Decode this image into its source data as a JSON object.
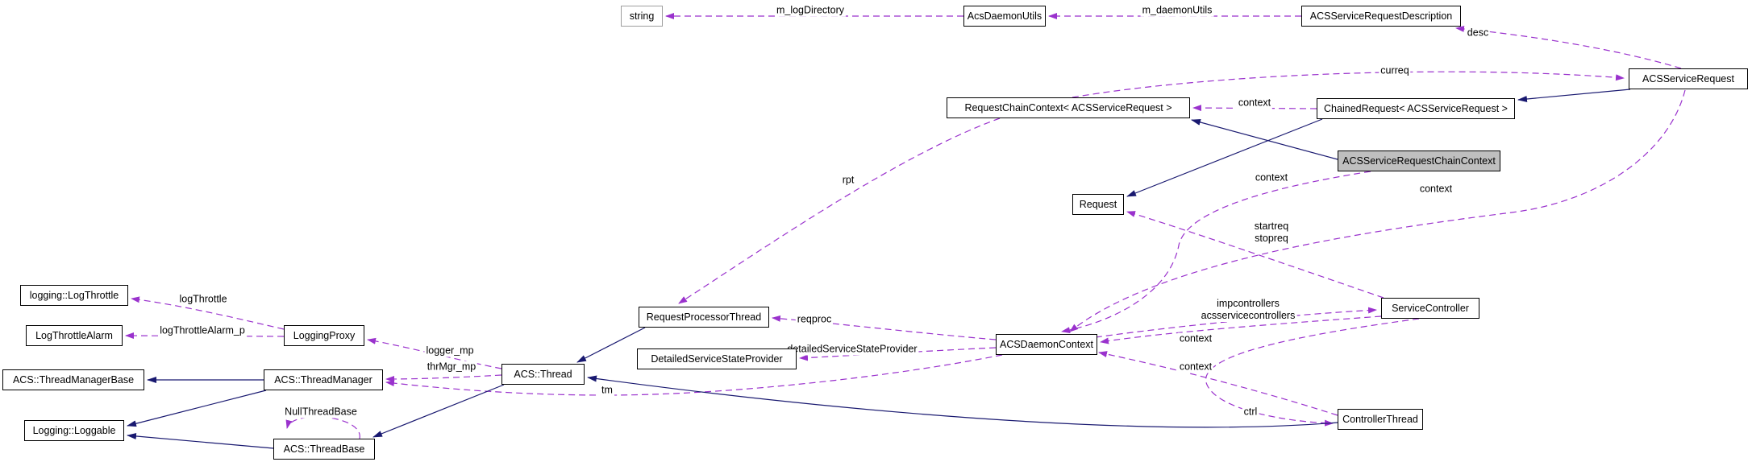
{
  "diagram": {
    "kind": "collaboration-graph",
    "highlighted_node": "ACSServiceRequestChainContext"
  },
  "colors": {
    "inheritance_edge": "#191970",
    "usage_edge": "#9a32cd",
    "node_border": "#000000",
    "node_background": "#ffffff",
    "highlight_fill": "#bfbfbf",
    "external_node_border": "#9e9e9e"
  },
  "nodes": [
    {
      "id": "string",
      "label": "string"
    },
    {
      "id": "acs-daemon-utils",
      "label": "AcsDaemonUtils"
    },
    {
      "id": "acs-service-request-description",
      "label": "ACSServiceRequestDescription"
    },
    {
      "id": "acs-service-request",
      "label": "ACSServiceRequest"
    },
    {
      "id": "request-chain-context",
      "label": "RequestChainContext< ACSServiceRequest >"
    },
    {
      "id": "chained-request",
      "label": "ChainedRequest< ACSServiceRequest >"
    },
    {
      "id": "acs-service-request-chain-context",
      "label": "ACSServiceRequestChainContext"
    },
    {
      "id": "request",
      "label": "Request"
    },
    {
      "id": "request-processor-thread",
      "label": "RequestProcessorThread"
    },
    {
      "id": "detailed-service-state-provider",
      "label": "DetailedServiceStateProvider"
    },
    {
      "id": "acs-daemon-context",
      "label": "ACSDaemonContext"
    },
    {
      "id": "service-controller",
      "label": "ServiceController"
    },
    {
      "id": "controller-thread",
      "label": "ControllerThread"
    },
    {
      "id": "logging-log-throttle",
      "label": "logging::LogThrottle"
    },
    {
      "id": "log-throttle-alarm",
      "label": "LogThrottleAlarm"
    },
    {
      "id": "logging-proxy",
      "label": "LoggingProxy"
    },
    {
      "id": "acs-thread-manager-base",
      "label": "ACS::ThreadManagerBase"
    },
    {
      "id": "acs-thread-manager",
      "label": "ACS::ThreadManager"
    },
    {
      "id": "logging-loggable",
      "label": "Logging::Loggable"
    },
    {
      "id": "acs-thread-base",
      "label": "ACS::ThreadBase"
    },
    {
      "id": "acs-thread",
      "label": "ACS::Thread"
    }
  ],
  "edges": [
    {
      "from": "AcsDaemonUtils",
      "to": "string",
      "label": "m_logDirectory",
      "type": "usage"
    },
    {
      "from": "ACSServiceRequestDescription",
      "to": "AcsDaemonUtils",
      "label": "m_daemonUtils",
      "type": "usage"
    },
    {
      "from": "ACSServiceRequest",
      "to": "ACSServiceRequestDescription",
      "label": "desc",
      "type": "usage"
    },
    {
      "from": "RequestChainContext< ACSServiceRequest >",
      "to": "ACSServiceRequest",
      "label": "curreq",
      "type": "usage"
    },
    {
      "from": "ChainedRequest< ACSServiceRequest >",
      "to": "RequestChainContext< ACSServiceRequest >",
      "label": "context",
      "type": "usage"
    },
    {
      "from": "RequestChainContext< ACSServiceRequest >",
      "to": "RequestProcessorThread",
      "label": "rpt",
      "type": "usage"
    },
    {
      "from": "ACSServiceRequestChainContext",
      "to": "ACSDaemonContext",
      "label": "context",
      "type": "usage"
    },
    {
      "from": "ACSServiceRequest",
      "to": "ACSDaemonContext",
      "label": "context",
      "type": "usage"
    },
    {
      "from": "ACSDaemonContext",
      "to": "ServiceController",
      "label": "impcontrollers\nacsservicecontrollers",
      "type": "usage"
    },
    {
      "from": "ServiceController",
      "to": "ACSDaemonContext",
      "label": "context",
      "type": "usage"
    },
    {
      "from": "ControllerThread",
      "to": "ACSDaemonContext",
      "label": "context",
      "type": "usage"
    },
    {
      "from": "ServiceController",
      "to": "ControllerThread",
      "label": "ctrl",
      "type": "usage"
    },
    {
      "from": "ServiceController",
      "to": "Request",
      "label": "startreq\nstopreq",
      "type": "usage"
    },
    {
      "from": "ACSDaemonContext",
      "to": "RequestProcessorThread",
      "label": "reqproc",
      "type": "usage"
    },
    {
      "from": "ACSDaemonContext",
      "to": "DetailedServiceStateProvider",
      "label": "detailedServiceStateProvider",
      "type": "usage"
    },
    {
      "from": "ACSDaemonContext",
      "to": "ACS::ThreadManager",
      "label": "tm",
      "type": "usage"
    },
    {
      "from": "ACS::Thread",
      "to": "LoggingProxy",
      "label": "logger_mp",
      "type": "usage"
    },
    {
      "from": "ACS::Thread",
      "to": "ACS::ThreadManager",
      "label": "thrMgr_mp",
      "type": "usage"
    },
    {
      "from": "LoggingProxy",
      "to": "logging::LogThrottle",
      "label": "logThrottle",
      "type": "usage"
    },
    {
      "from": "LoggingProxy",
      "to": "LogThrottleAlarm",
      "label": "logThrottleAlarm_p",
      "type": "usage"
    },
    {
      "from": "ACS::ThreadBase",
      "to": "ACS::ThreadBase",
      "label": "NullThreadBase",
      "type": "usage"
    },
    {
      "from": "ACS::ThreadManager",
      "to": "ACS::ThreadManagerBase",
      "label": "",
      "type": "inheritance"
    },
    {
      "from": "ACS::ThreadManager",
      "to": "Logging::Loggable",
      "label": "",
      "type": "inheritance"
    },
    {
      "from": "ACS::ThreadBase",
      "to": "Logging::Loggable",
      "label": "",
      "type": "inheritance"
    },
    {
      "from": "ACS::Thread",
      "to": "ACS::ThreadBase",
      "label": "",
      "type": "inheritance"
    },
    {
      "from": "RequestProcessorThread",
      "to": "ACS::Thread",
      "label": "",
      "type": "inheritance"
    },
    {
      "from": "ControllerThread",
      "to": "ACS::Thread",
      "label": "",
      "type": "inheritance"
    },
    {
      "from": "ACSServiceRequest",
      "to": "ChainedRequest< ACSServiceRequest >",
      "label": "",
      "type": "inheritance"
    },
    {
      "from": "ChainedRequest< ACSServiceRequest >",
      "to": "Request",
      "label": "",
      "type": "inheritance"
    },
    {
      "from": "ACSServiceRequestChainContext",
      "to": "RequestChainContext< ACSServiceRequest >",
      "label": "",
      "type": "inheritance"
    }
  ]
}
